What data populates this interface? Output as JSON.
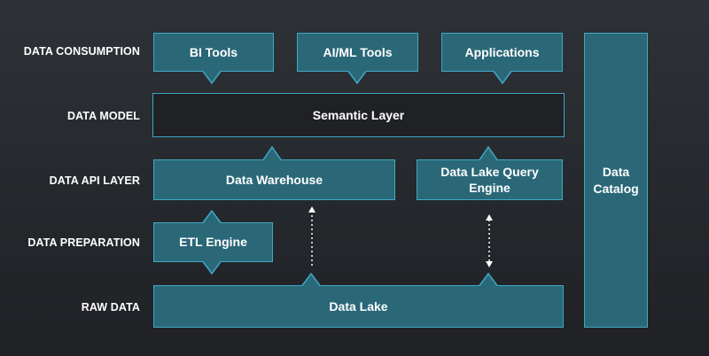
{
  "rows": {
    "consumption": "DATA CONSUMPTION",
    "model": "DATA MODEL",
    "api": "DATA API LAYER",
    "preparation": "DATA PREPARATION",
    "raw": "RAW DATA"
  },
  "boxes": {
    "bi_tools": "BI Tools",
    "aiml_tools": "AI/ML Tools",
    "applications": "Applications",
    "semantic_layer": "Semantic Layer",
    "data_warehouse": "Data Warehouse",
    "data_lake_query_engine": "Data Lake Query Engine",
    "etl_engine": "ETL Engine",
    "data_lake": "Data Lake",
    "data_catalog": "Data Catalog"
  },
  "colors": {
    "accent_border": "#3fa7c4",
    "box_fill": "#2a6878",
    "dark_fill": "#1f2124",
    "background": "#2a2d31",
    "arrow": "#ffffff"
  }
}
